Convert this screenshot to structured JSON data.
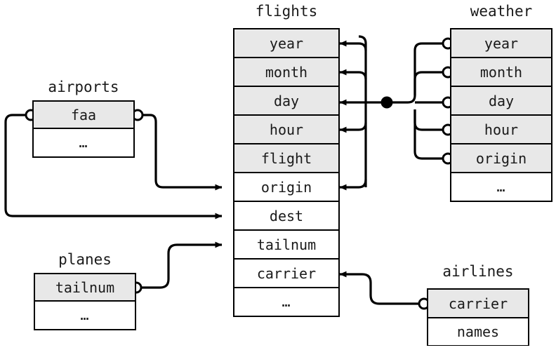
{
  "diagram": {
    "kind": "entity-relationship-diagram",
    "title_font": "monospace",
    "background": "#ffffff",
    "line_color": "#000000",
    "key_field_fill": "#e8e8e8",
    "plain_field_fill": "#ffffff"
  },
  "tables": {
    "airports": {
      "title": "airports",
      "fields": [
        {
          "label": "faa",
          "key": true
        },
        {
          "label": "…",
          "key": false
        }
      ]
    },
    "planes": {
      "title": "planes",
      "fields": [
        {
          "label": "tailnum",
          "key": true
        },
        {
          "label": "…",
          "key": false
        }
      ]
    },
    "flights": {
      "title": "flights",
      "fields": [
        {
          "label": "year",
          "key": true
        },
        {
          "label": "month",
          "key": true
        },
        {
          "label": "day",
          "key": true
        },
        {
          "label": "hour",
          "key": true
        },
        {
          "label": "flight",
          "key": true
        },
        {
          "label": "origin",
          "key": false
        },
        {
          "label": "dest",
          "key": false
        },
        {
          "label": "tailnum",
          "key": false
        },
        {
          "label": "carrier",
          "key": false
        },
        {
          "label": "…",
          "key": false
        }
      ]
    },
    "weather": {
      "title": "weather",
      "fields": [
        {
          "label": "year",
          "key": true
        },
        {
          "label": "month",
          "key": true
        },
        {
          "label": "day",
          "key": true
        },
        {
          "label": "hour",
          "key": true
        },
        {
          "label": "origin",
          "key": true
        },
        {
          "label": "…",
          "key": false
        }
      ]
    },
    "airlines": {
      "title": "airlines",
      "fields": [
        {
          "label": "carrier",
          "key": true
        },
        {
          "label": "names",
          "key": false
        }
      ]
    }
  },
  "relationships": [
    {
      "name": "airports-faa-to-flights-origin",
      "from": "airports.faa",
      "to": "flights.origin",
      "arrow": "to"
    },
    {
      "name": "airports-faa-to-flights-dest",
      "from": "airports.faa",
      "to": "flights.dest",
      "arrow": "to"
    },
    {
      "name": "planes-tailnum-to-flights-tailnum",
      "from": "planes.tailnum",
      "to": "flights.tailnum",
      "arrow": "to"
    },
    {
      "name": "airlines-carrier-to-flights-carrier",
      "from": "airlines.carrier",
      "to": "flights.carrier",
      "arrow": "to"
    },
    {
      "name": "weather-to-flights-composite",
      "from": "weather.year+month+day+hour+origin",
      "to": "flights.year+month+day+hour+origin",
      "arrow": "to",
      "junction": "filled-dot"
    }
  ]
}
